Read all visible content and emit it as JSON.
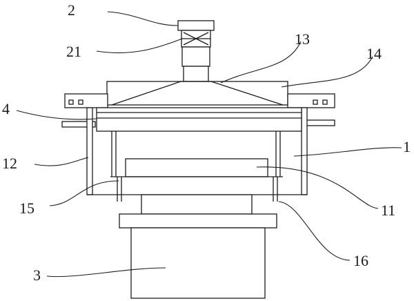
{
  "labels": {
    "l1": "1",
    "l2": "2",
    "l3": "3",
    "l4": "4",
    "l11": "11",
    "l12": "12",
    "l13": "13",
    "l14": "14",
    "l15": "15",
    "l16": "16",
    "l21": "21"
  }
}
